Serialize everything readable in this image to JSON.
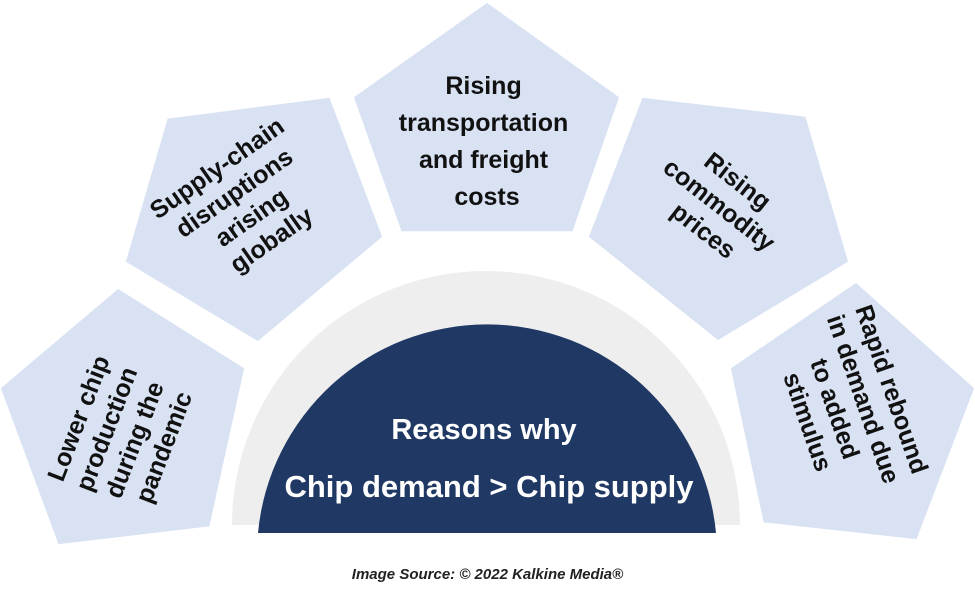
{
  "center": {
    "line1": "Reasons why",
    "line2": "Chip demand > Chip supply"
  },
  "reasons": [
    {
      "lines": [
        "Lower chip",
        "production",
        "during the",
        "pandemic"
      ]
    },
    {
      "lines": [
        "Supply-chain",
        "disruptions",
        "arising",
        "globally"
      ]
    },
    {
      "lines": [
        "Rising",
        "transportation",
        "and freight",
        "costs"
      ]
    },
    {
      "lines": [
        "Rising",
        "commodity",
        "prices"
      ]
    },
    {
      "lines": [
        "Rapid rebound",
        "in demand due",
        "to added",
        "stimulus"
      ]
    }
  ],
  "caption": "Image Source: © 2022 Kalkine Media®",
  "colors": {
    "pentagon_fill": "#d9e2f3",
    "center_fill": "#203864",
    "ring_fill": "#eeeeee"
  }
}
